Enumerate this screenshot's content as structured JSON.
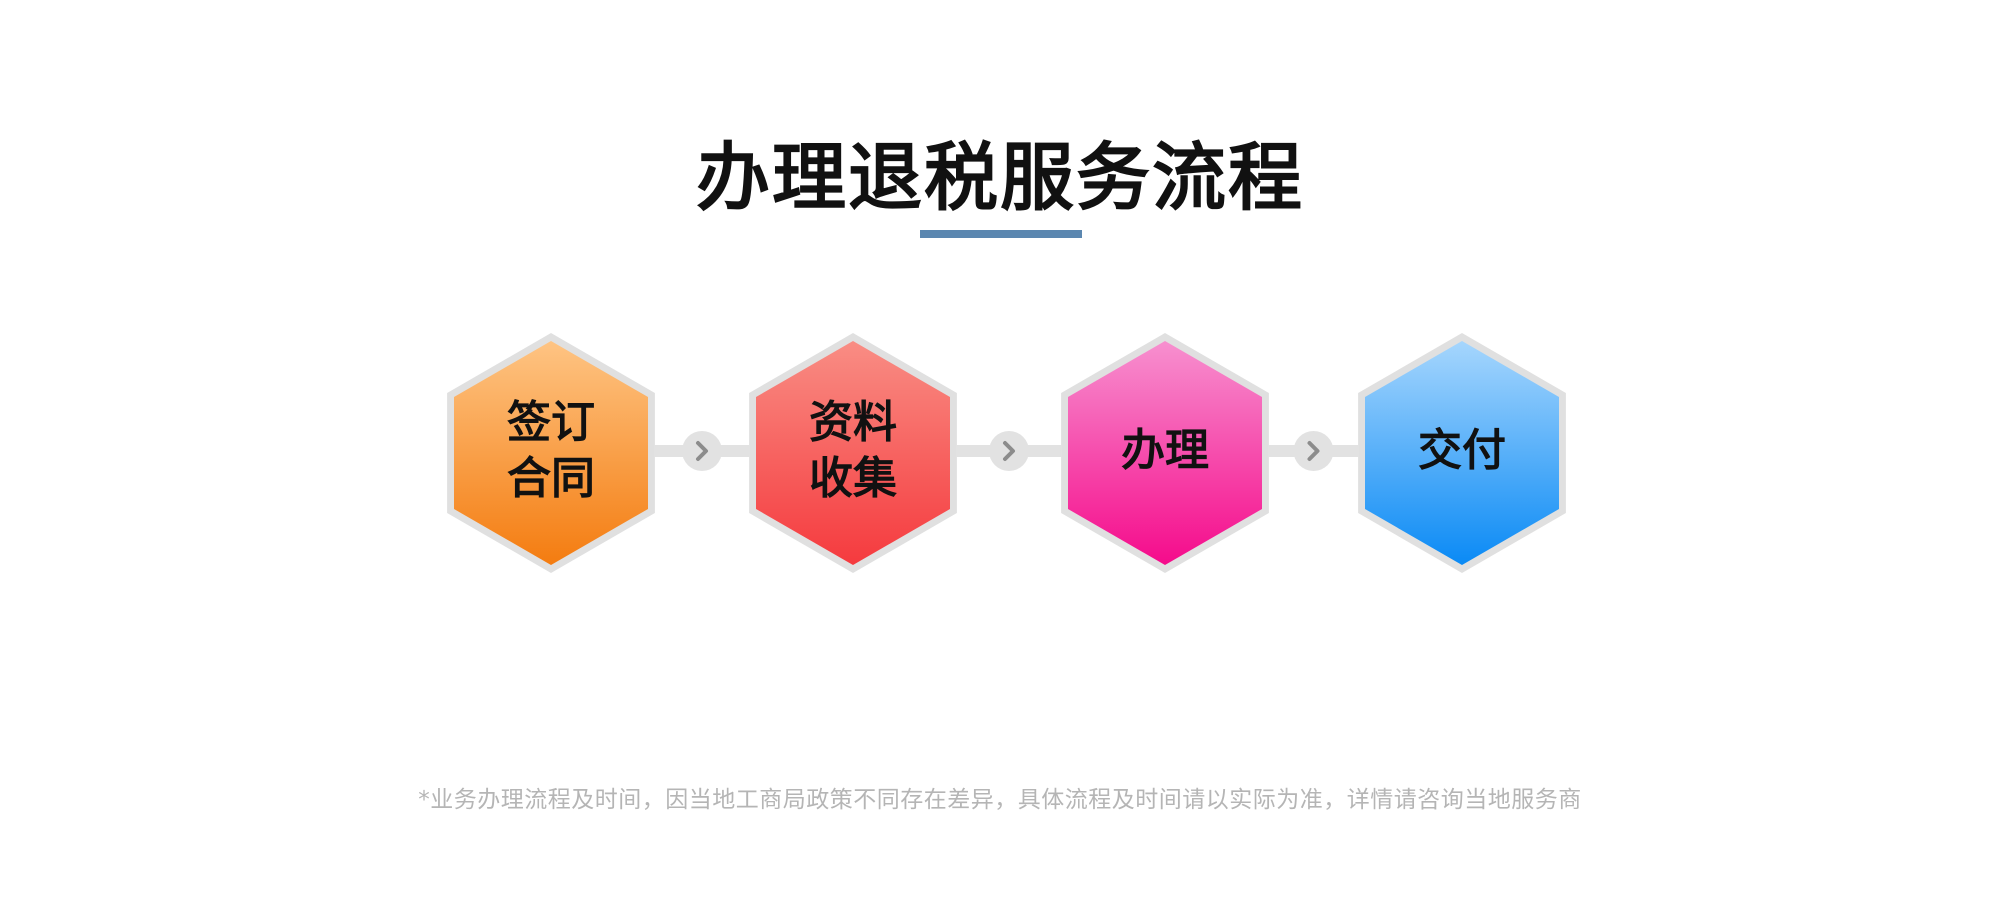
{
  "title": "办理退税服务流程",
  "colors": {
    "underline": "#5b87b0",
    "connector": "#e2e2e2",
    "hex_border": "#e0e0e0"
  },
  "steps": [
    {
      "label": "签订\n合同",
      "top_color": "#fec483",
      "bottom_color": "#f47c10"
    },
    {
      "label": "资料\n收集",
      "top_color": "#f98d84",
      "bottom_color": "#f53a3e"
    },
    {
      "label": "办理",
      "top_color": "#f790cf",
      "bottom_color": "#f50b8b"
    },
    {
      "label": "交付",
      "top_color": "#a6d6fd",
      "bottom_color": "#0a8af5"
    }
  ],
  "connector_icon": "chevron-right-icon",
  "footnote": "*业务办理流程及时间，因当地工商局政策不同存在差异，具体流程及时间请以实际为准，详情请咨询当地服务商"
}
